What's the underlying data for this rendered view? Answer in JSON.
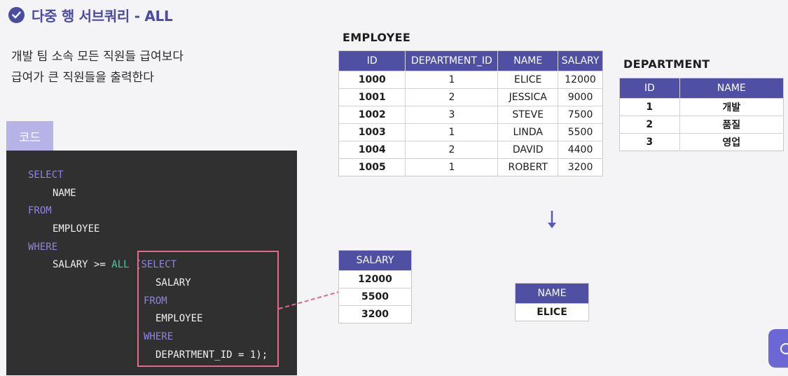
{
  "page": {
    "title": "다중 행 서브쿼리 - ALL",
    "description": [
      "개발 팀 소속 모든 직원들 급여보다",
      "급여가 큰 직원들을 출력한다"
    ]
  },
  "code": {
    "tab_label": "코드",
    "lines": [
      {
        "kw": "SELECT"
      },
      {
        "text": "NAME"
      },
      {
        "kw": "FROM"
      },
      {
        "text": "EMPLOYEE"
      },
      {
        "kw": "WHERE"
      },
      {
        "text": "SALARY >= ",
        "kw2": "ALL",
        "open": " (",
        "kw_sub": "SELECT"
      },
      {
        "text": "SALARY"
      },
      {
        "kw": "FROM"
      },
      {
        "text": "EMPLOYEE"
      },
      {
        "kw": "WHERE"
      },
      {
        "text": "DEPARTMENT_ID = 1);"
      }
    ]
  },
  "employee": {
    "title": "EMPLOYEE",
    "columns": [
      "ID",
      "DEPARTMENT_ID",
      "NAME",
      "SALARY"
    ],
    "rows": [
      [
        "1000",
        "1",
        "ELICE",
        "12000"
      ],
      [
        "1001",
        "2",
        "JESSICA",
        "9000"
      ],
      [
        "1002",
        "3",
        "STEVE",
        "7500"
      ],
      [
        "1003",
        "1",
        "LINDA",
        "5500"
      ],
      [
        "1004",
        "2",
        "DAVID",
        "4400"
      ],
      [
        "1005",
        "1",
        "ROBERT",
        "3200"
      ]
    ]
  },
  "department": {
    "title": "DEPARTMENT",
    "columns": [
      "ID",
      "NAME"
    ],
    "rows": [
      [
        "1",
        "개발"
      ],
      [
        "2",
        "품질"
      ],
      [
        "3",
        "영업"
      ]
    ]
  },
  "salary_result": {
    "columns": [
      "SALARY"
    ],
    "rows": [
      [
        "12000"
      ],
      [
        "5500"
      ],
      [
        "3200"
      ]
    ]
  },
  "name_result": {
    "columns": [
      "NAME"
    ],
    "rows": [
      [
        "ELICE"
      ]
    ]
  },
  "colors": {
    "accent": "#4f4fa3",
    "highlight": "#e06a8a",
    "code_bg": "#303030",
    "tab": "#b7b3e6"
  }
}
